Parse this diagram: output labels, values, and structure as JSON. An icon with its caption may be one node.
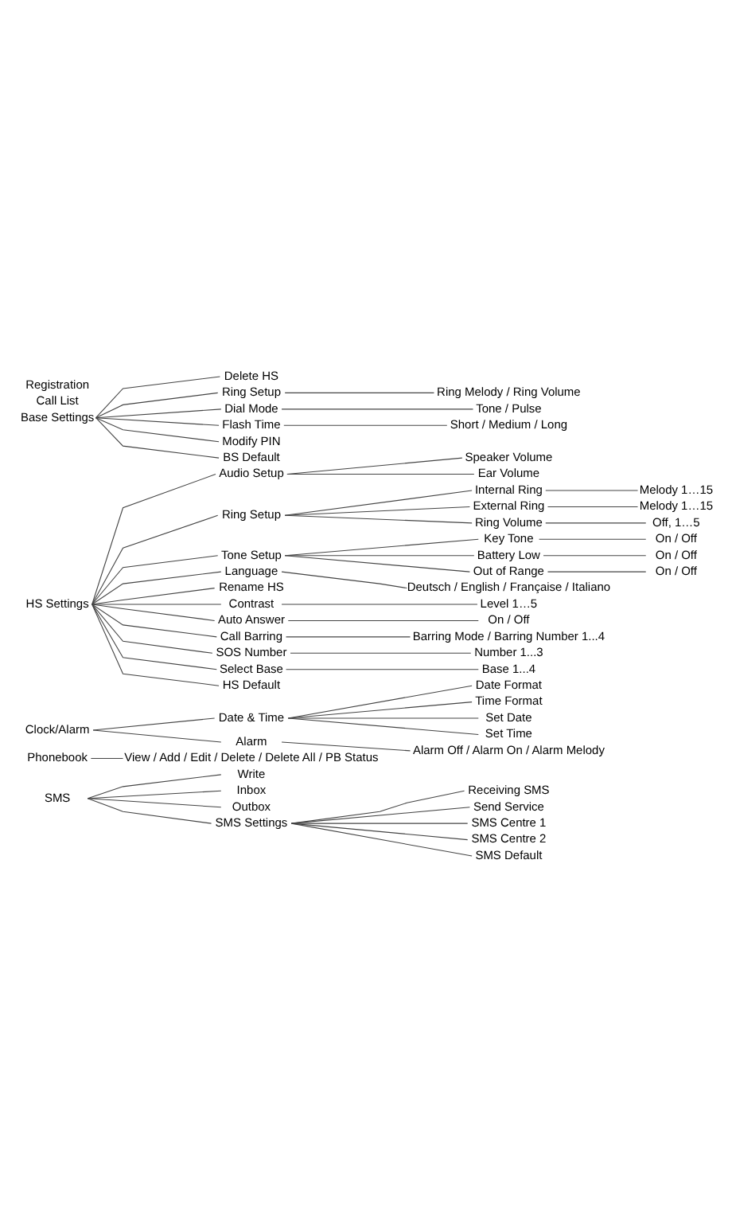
{
  "diagram": {
    "nodes": [
      {
        "text": [
          "SMS"
        ]
      },
      {
        "text": [
          "Write"
        ]
      },
      {
        "text": [
          "Inbox"
        ]
      },
      {
        "text": [
          "Outbox"
        ]
      },
      {
        "text": [
          "SMS Settings"
        ]
      },
      {
        "text": [
          "Receiving SMS"
        ]
      },
      {
        "text": [
          "Send Service"
        ]
      },
      {
        "text": [
          "SMS Centre 1"
        ]
      },
      {
        "text": [
          "SMS Centre 2"
        ]
      },
      {
        "text": [
          "SMS Default"
        ]
      },
      {
        "text": [
          "Phonebook"
        ]
      },
      {
        "text": [
          "View / Add / Edit / Delete / Delete All / PB Status"
        ]
      },
      {
        "text": [
          "Clock/Alarm"
        ]
      },
      {
        "text": [
          "Date & Time"
        ]
      },
      {
        "text": [
          "Date Format"
        ]
      },
      {
        "text": [
          "Time Format"
        ]
      },
      {
        "text": [
          "Set Date"
        ]
      },
      {
        "text": [
          "Set Time"
        ]
      },
      {
        "text": [
          "Alarm"
        ]
      },
      {
        "text": [
          "Alarm Off / Alarm On / Alarm Melody"
        ]
      },
      {
        "text": [
          "HS Settings"
        ]
      },
      {
        "text": [
          "Audio Setup"
        ]
      },
      {
        "text": [
          "Speaker Volume"
        ]
      },
      {
        "text": [
          "Ear Volume"
        ]
      },
      {
        "text": [
          "Ring Setup"
        ]
      },
      {
        "text": [
          "Internal Ring"
        ]
      },
      {
        "text": [
          "Melody 1…15"
        ]
      },
      {
        "text": [
          "External Ring"
        ]
      },
      {
        "text": [
          "Melody 1…15"
        ]
      },
      {
        "text": [
          "Ring Volume"
        ]
      },
      {
        "text": [
          "Off, 1…5"
        ]
      },
      {
        "text": [
          "Tone Setup"
        ]
      },
      {
        "text": [
          "Key Tone"
        ]
      },
      {
        "text": [
          "On / Off"
        ]
      },
      {
        "text": [
          "Battery Low"
        ]
      },
      {
        "text": [
          "On / Off"
        ]
      },
      {
        "text": [
          "Out of Range"
        ]
      },
      {
        "text": [
          "On / Off"
        ]
      },
      {
        "text": [
          "Language"
        ]
      },
      {
        "text": [
          "Deutsch / English / Française / Italiano"
        ]
      },
      {
        "text": [
          "Rename HS"
        ]
      },
      {
        "text": [
          "Contrast"
        ]
      },
      {
        "text": [
          "Level 1…5"
        ]
      },
      {
        "text": [
          "Auto Answer"
        ]
      },
      {
        "text": [
          "On / Off"
        ]
      },
      {
        "text": [
          "Call Barring"
        ]
      },
      {
        "text": [
          "Barring Mode / Barring Number 1...4"
        ]
      },
      {
        "text": [
          "SOS Number"
        ]
      },
      {
        "text": [
          "Number 1...3"
        ]
      },
      {
        "text": [
          "Select Base"
        ]
      },
      {
        "text": [
          "Base 1...4"
        ]
      },
      {
        "text": [
          "HS Default"
        ]
      },
      {
        "text": [
          "Base Settings"
        ]
      },
      {
        "text": [
          "Delete HS"
        ]
      },
      {
        "text": [
          "Ring Setup"
        ]
      },
      {
        "text": [
          "Ring Melody / Ring Volume"
        ]
      },
      {
        "text": [
          "Dial Mode"
        ]
      },
      {
        "text": [
          "Tone / Pulse"
        ]
      },
      {
        "text": [
          "Flash Time"
        ]
      },
      {
        "text": [
          "Short / Medium / Long"
        ]
      },
      {
        "text": [
          "Modify PIN"
        ]
      },
      {
        "text": [
          "BS Default"
        ]
      }
    ],
    "edges": [
      {
        "from": 0,
        "to": 1,
        "arrow": "none"
      },
      {
        "from": 0,
        "to": 2,
        "arrow": "none"
      },
      {
        "from": 0,
        "to": 3,
        "arrow": "none"
      },
      {
        "from": 0,
        "to": 4,
        "arrow": "none"
      },
      {
        "from": 4,
        "to": 5,
        "arrow": "none"
      },
      {
        "from": 4,
        "to": 6,
        "arrow": "none"
      },
      {
        "from": 4,
        "to": 7,
        "arrow": "none"
      },
      {
        "from": 4,
        "to": 8,
        "arrow": "none"
      },
      {
        "from": 4,
        "to": 9,
        "arrow": "none"
      },
      {
        "from": 10,
        "to": 11,
        "arrow": "none"
      },
      {
        "from": 12,
        "to": 13,
        "arrow": "none"
      },
      {
        "from": 12,
        "to": 18,
        "arrow": "none"
      },
      {
        "from": 13,
        "to": 14,
        "arrow": "none"
      },
      {
        "from": 13,
        "to": 15,
        "arrow": "none"
      },
      {
        "from": 13,
        "to": 16,
        "arrow": "none"
      },
      {
        "from": 13,
        "to": 17,
        "arrow": "none"
      },
      {
        "from": 18,
        "to": 19,
        "arrow": "none"
      },
      {
        "from": 20,
        "to": 21,
        "arrow": "none"
      },
      {
        "from": 20,
        "to": 24,
        "arrow": "none"
      },
      {
        "from": 20,
        "to": 31,
        "arrow": "none"
      },
      {
        "from": 20,
        "to": 38,
        "arrow": "none"
      },
      {
        "from": 20,
        "to": 40,
        "arrow": "none"
      },
      {
        "from": 20,
        "to": 41,
        "arrow": "none"
      },
      {
        "from": 20,
        "to": 43,
        "arrow": "none"
      },
      {
        "from": 20,
        "to": 45,
        "arrow": "none"
      },
      {
        "from": 20,
        "to": 47,
        "arrow": "none"
      },
      {
        "from": 20,
        "to": 49,
        "arrow": "none"
      },
      {
        "from": 20,
        "to": 51,
        "arrow": "none"
      },
      {
        "from": 21,
        "to": 22,
        "arrow": "none"
      },
      {
        "from": 21,
        "to": 23,
        "arrow": "none"
      },
      {
        "from": 24,
        "to": 25,
        "arrow": "none"
      },
      {
        "from": 24,
        "to": 27,
        "arrow": "none"
      },
      {
        "from": 24,
        "to": 29,
        "arrow": "none"
      },
      {
        "from": 25,
        "to": 26,
        "arrow": "none"
      },
      {
        "from": 27,
        "to": 28,
        "arrow": "none"
      },
      {
        "from": 29,
        "to": 30,
        "arrow": "none"
      },
      {
        "from": 31,
        "to": 32,
        "arrow": "none"
      },
      {
        "from": 31,
        "to": 34,
        "arrow": "none"
      },
      {
        "from": 31,
        "to": 36,
        "arrow": "none"
      },
      {
        "from": 32,
        "to": 33,
        "arrow": "none"
      },
      {
        "from": 34,
        "to": 35,
        "arrow": "none"
      },
      {
        "from": 36,
        "to": 37,
        "arrow": "none"
      },
      {
        "from": 38,
        "to": 39,
        "arrow": "none"
      },
      {
        "from": 41,
        "to": 42,
        "arrow": "none"
      },
      {
        "from": 43,
        "to": 44,
        "arrow": "none"
      },
      {
        "from": 45,
        "to": 46,
        "arrow": "none"
      },
      {
        "from": 47,
        "to": 48,
        "arrow": "none"
      },
      {
        "from": 49,
        "to": 50,
        "arrow": "none"
      },
      {
        "from": 52,
        "to": 53,
        "arrow": "none"
      },
      {
        "from": 52,
        "to": 54,
        "arrow": "none"
      },
      {
        "from": 52,
        "to": 56,
        "arrow": "none"
      },
      {
        "from": 52,
        "to": 58,
        "arrow": "none"
      },
      {
        "from": 52,
        "to": 60,
        "arrow": "none"
      },
      {
        "from": 52,
        "to": 61,
        "arrow": "none"
      },
      {
        "from": 54,
        "to": 55,
        "arrow": "none"
      },
      {
        "from": 56,
        "to": 57,
        "arrow": "none"
      },
      {
        "from": 58,
        "to": 59,
        "arrow": "none"
      }
    ],
    "labels": [
      "Call List",
      "Registration"
    ]
  }
}
